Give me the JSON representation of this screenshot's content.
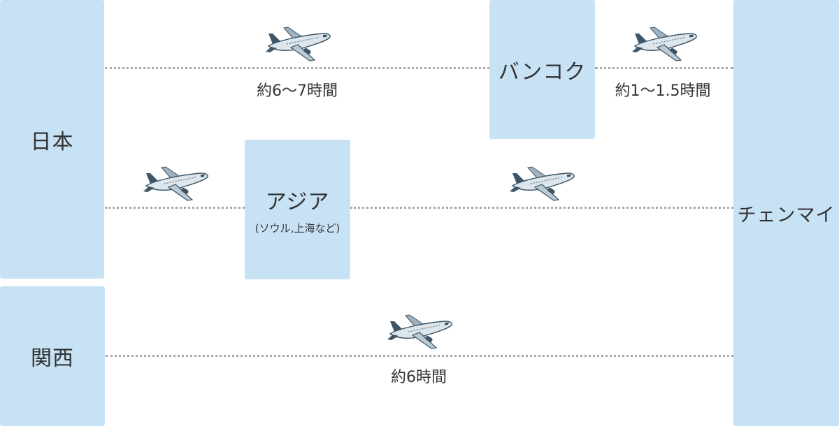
{
  "nodes": {
    "japan": "日本",
    "kansai": "関西",
    "bangkok": "バンコク",
    "asia": "アジア",
    "asia_sub": "(ソウル,上海など)",
    "chiangmai": "チェンマイ"
  },
  "durations": {
    "japan_bangkok": "約6〜7時間",
    "bangkok_chiangmai": "約1〜1.5時間",
    "kansai_chiangmai": "約6時間"
  },
  "colors": {
    "box": "#c7e2f4",
    "route": "#a9a9a9",
    "plane_body": "#dde6ec",
    "plane_accent": "#3d5566"
  },
  "icons": [
    "airplane-icon"
  ]
}
